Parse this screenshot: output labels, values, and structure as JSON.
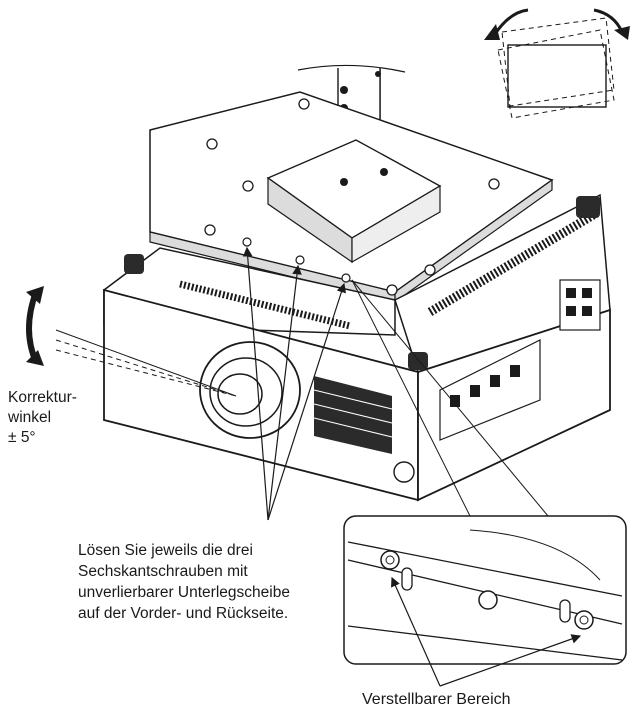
{
  "labels": {
    "angle": {
      "line1": "Korrektur-",
      "line2": "winkel",
      "line3": "± 5°"
    },
    "loosen_note": {
      "line1": "Lösen Sie jeweils die drei",
      "line2": "Sechskantschrauben mit",
      "line3": "unverlierbarer Unterlegscheibe",
      "line4": "auf der Vorder- und Rückseite."
    },
    "adjustable_range": "Verstellbarer Bereich"
  },
  "colors": {
    "stroke": "#1a1a1a",
    "fill": "#ffffff",
    "shade": "#dcdcdc",
    "vent": "#2b2b2b"
  },
  "icons": [
    "rotation-arrows-icon",
    "tilt-arrow-icon",
    "hex-bolt-icon"
  ]
}
